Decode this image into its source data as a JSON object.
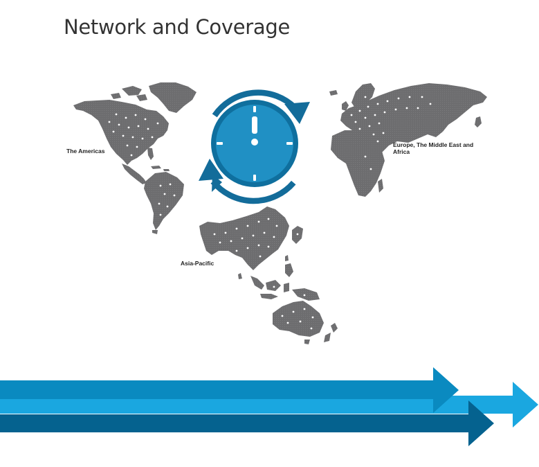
{
  "title": "Network and Coverage",
  "regions": [
    {
      "id": "americas",
      "label": "The Americas"
    },
    {
      "id": "emea",
      "label": "Europe, The Middle East and Africa"
    },
    {
      "id": "apac",
      "label": "Asia-Pacific"
    }
  ],
  "colors": {
    "land": "#6d6d6f",
    "city_dots": "#ffffff",
    "clock_face": "#1f8bbf",
    "clock_ring": "#0f6f9e",
    "clock_arrows": "#136c9a",
    "arrow_top": "#0a8ac0",
    "arrow_middle": "#1aa7e0",
    "arrow_bottom": "#05628f",
    "title_text": "#333333"
  },
  "icons": [
    "world-map",
    "clock-icon",
    "cycle-arrows",
    "forward-arrows"
  ]
}
